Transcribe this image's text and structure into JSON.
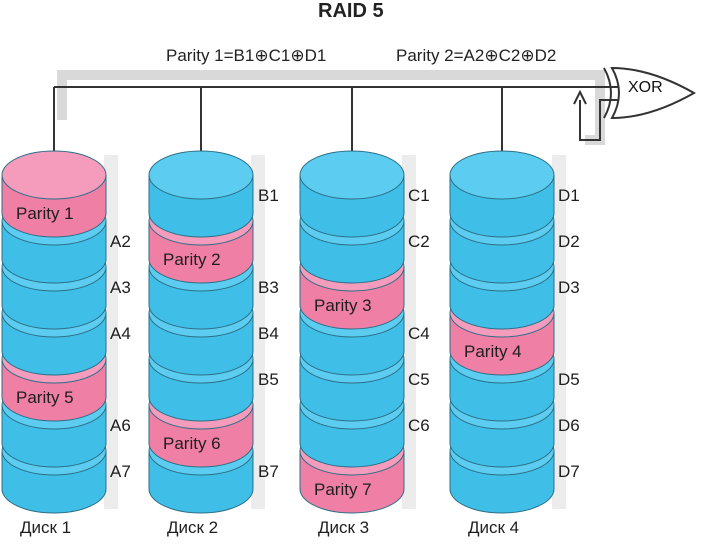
{
  "title": "RAID 5",
  "formulas": {
    "parity1": "Parity 1=B1⊕C1⊕D1",
    "parity2": "Parity 2=A2⊕C2⊕D2"
  },
  "xor_label": "XOR",
  "disks": [
    {
      "name": "Диск 1",
      "blocks": [
        "Parity 1",
        "A2",
        "A3",
        "A4",
        "Parity 5",
        "A6",
        "A7"
      ]
    },
    {
      "name": "Диск 2",
      "blocks": [
        "B1",
        "Parity 2",
        "B3",
        "B4",
        "B5",
        "Parity 6",
        "B7"
      ]
    },
    {
      "name": "Диск 3",
      "blocks": [
        "C1",
        "C2",
        "Parity 3",
        "C4",
        "C5",
        "C6",
        "Parity 7"
      ]
    },
    {
      "name": "Диск 4",
      "blocks": [
        "D1",
        "D2",
        "D3",
        "Parity 4",
        "D5",
        "D6",
        "D7"
      ]
    }
  ],
  "colors": {
    "data_block": "#3fbfe8",
    "data_block_top": "#5ccdf0",
    "parity_block": "#f07fa6",
    "parity_block_top": "#f59cbd",
    "shadow": "#d9d9d9",
    "line": "#333333"
  }
}
